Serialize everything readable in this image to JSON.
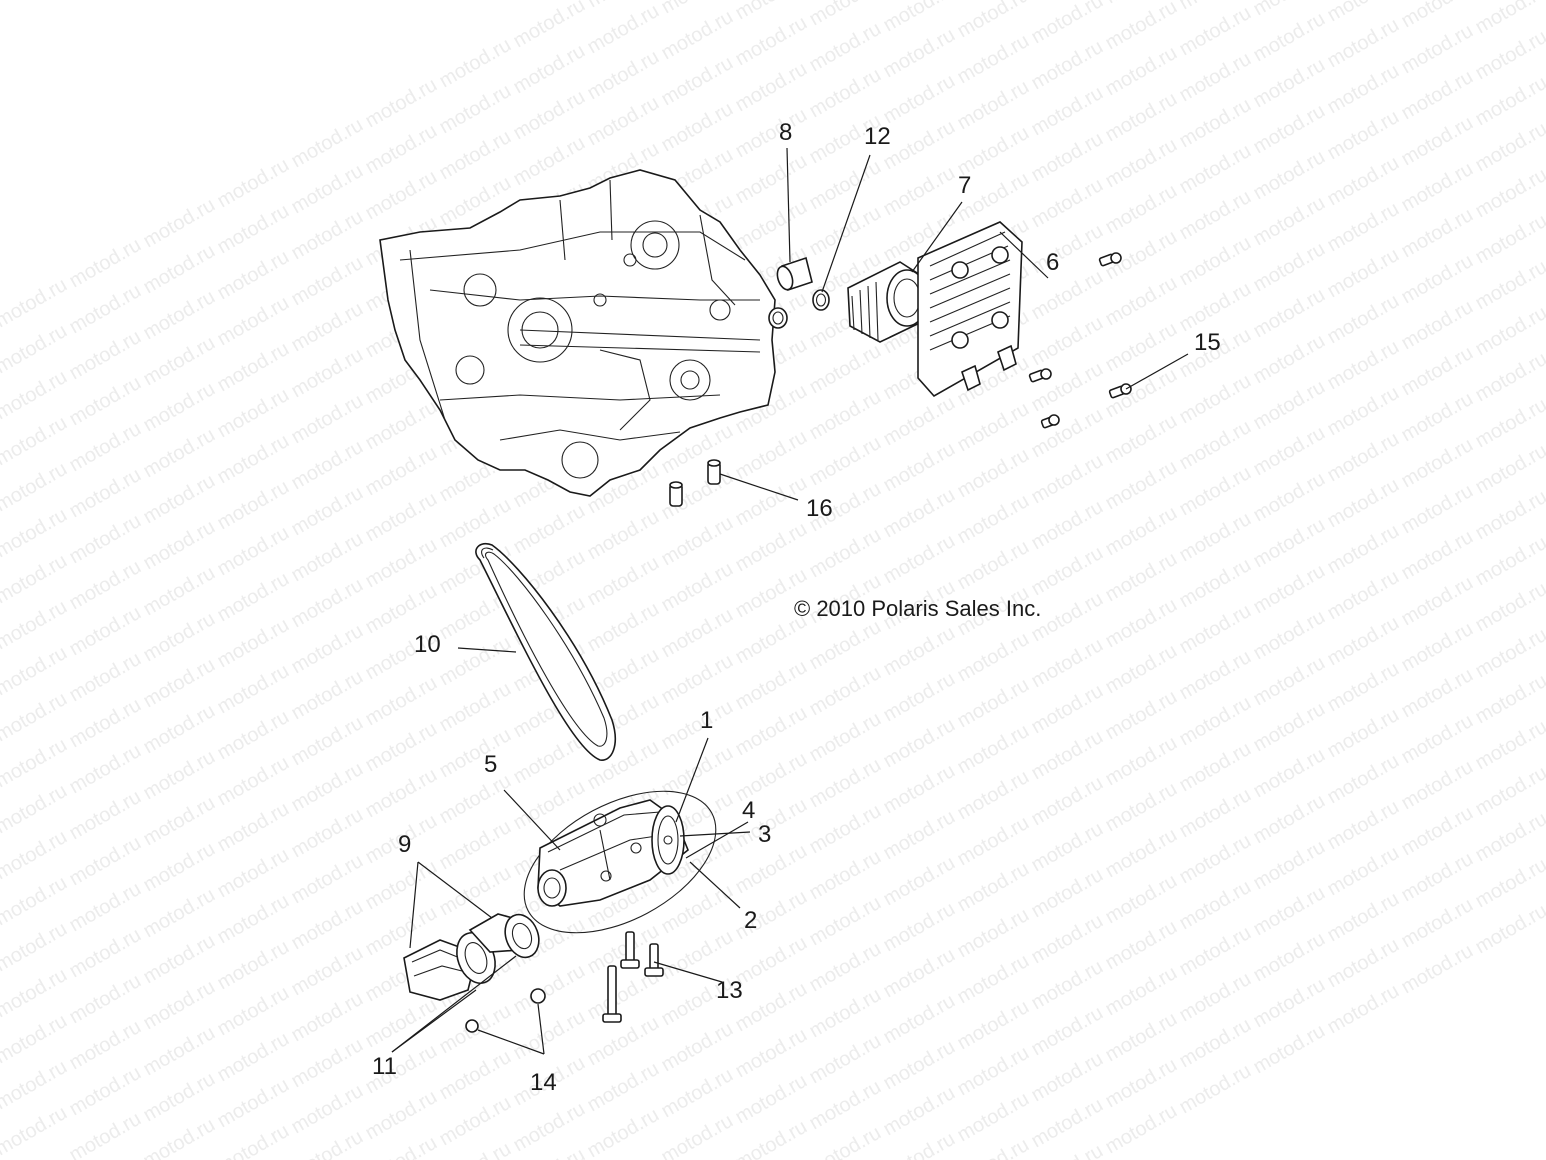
{
  "watermark": {
    "text": "motod.ru"
  },
  "copyright": "© 2010 Polaris Sales Inc.",
  "callouts": {
    "c1": "1",
    "c2": "2",
    "c3": "3",
    "c4": "4",
    "c5": "5",
    "c6": "6",
    "c7": "7",
    "c8": "8",
    "c9": "9",
    "c10": "10",
    "c11": "11",
    "c12": "12",
    "c13": "13",
    "c14": "14",
    "c15": "15",
    "c16": "16"
  }
}
